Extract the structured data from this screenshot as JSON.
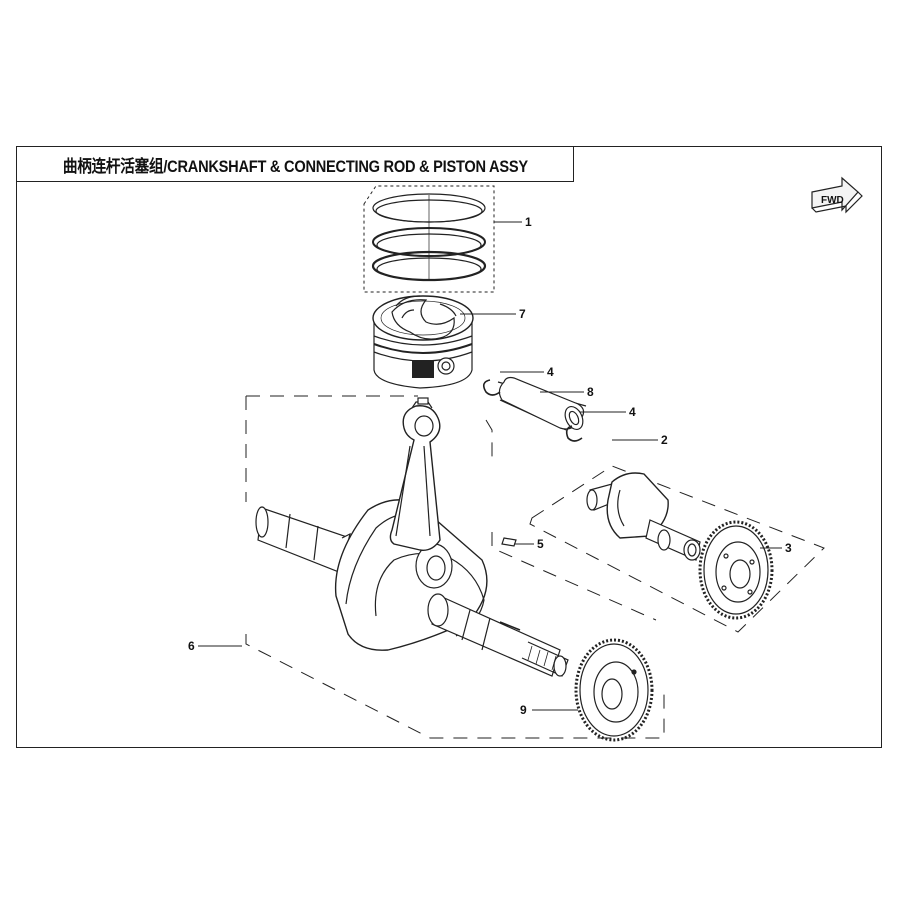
{
  "title": "曲柄连杆活塞组/CRANKSHAFT & CONNECTING  ROD & PISTON ASSY",
  "direction_badge": {
    "label": "FWD"
  },
  "callouts": [
    {
      "number": "1"
    },
    {
      "number": "7"
    },
    {
      "number": "4"
    },
    {
      "number": "8"
    },
    {
      "number": "4"
    },
    {
      "number": "2"
    },
    {
      "number": "3"
    },
    {
      "number": "5"
    },
    {
      "number": "6"
    },
    {
      "number": "9"
    }
  ],
  "colors": {
    "line": "#222222",
    "background": "#ffffff"
  }
}
